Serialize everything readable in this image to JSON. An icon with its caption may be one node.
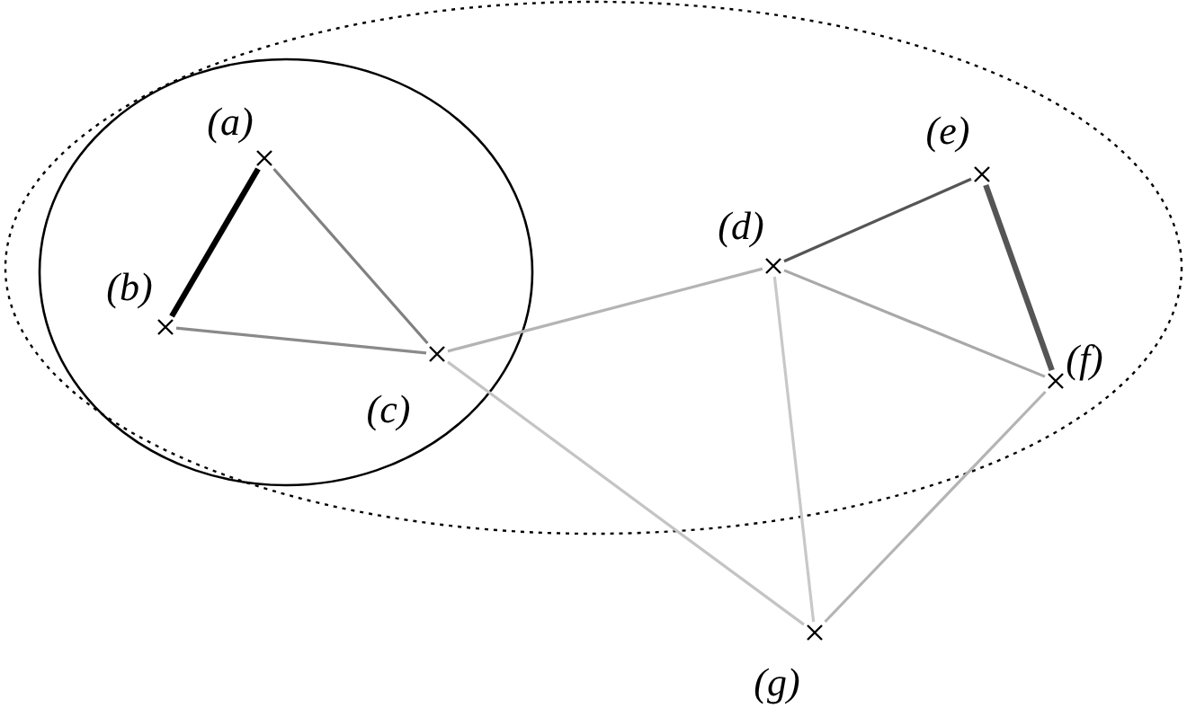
{
  "diagram": {
    "nodes": [
      {
        "text": [],
        "shape": "ellipse"
      },
      {
        "text": [],
        "shape": "ellipse",
        "in": 0
      },
      {
        "text": [
          "(a)"
        ],
        "in": 1
      },
      {
        "text": [
          "(b)"
        ],
        "in": 1
      },
      {
        "text": [
          "(c)"
        ],
        "in": 1
      },
      {
        "text": [
          "(d)"
        ],
        "in": 0
      },
      {
        "text": [
          "(e)"
        ],
        "in": 0
      },
      {
        "text": [
          "(f)"
        ],
        "in": 0
      },
      {
        "text": [
          "(g)"
        ]
      }
    ],
    "edges": [
      {
        "from": 2,
        "to": 3,
        "arrow": "none",
        "style": "thick",
        "color": "#000000"
      },
      {
        "from": 2,
        "to": 4,
        "arrow": "none",
        "color": "#808080"
      },
      {
        "from": 3,
        "to": 4,
        "arrow": "none",
        "color": "#8a8a8a"
      },
      {
        "from": 4,
        "to": 5,
        "arrow": "none",
        "color": "#b4b4b4"
      },
      {
        "from": 4,
        "to": 8,
        "arrow": "none",
        "color": "#c4c4c4"
      },
      {
        "from": 5,
        "to": 6,
        "arrow": "none",
        "color": "#555555"
      },
      {
        "from": 6,
        "to": 7,
        "arrow": "none",
        "style": "thick",
        "color": "#555555"
      },
      {
        "from": 5,
        "to": 7,
        "arrow": "none",
        "color": "#a8a8a8"
      },
      {
        "from": 5,
        "to": 8,
        "arrow": "none",
        "color": "#c8c8c8"
      },
      {
        "from": 7,
        "to": 8,
        "arrow": "none",
        "color": "#b4b4b4"
      }
    ]
  }
}
